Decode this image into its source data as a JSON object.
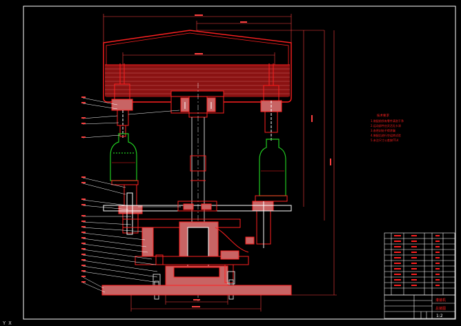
{
  "colors": {
    "background": "#000000",
    "outline": "#ff2020",
    "section": "#c86464",
    "liquid": "#8a1212",
    "glass": "#22cc22",
    "frame": "#ffffff",
    "shaft": "#d0d0d0",
    "dim": "#ff4040",
    "leader": "#ffffff"
  },
  "status": {
    "cursor_readout": "Y  X"
  },
  "technical_requirements": {
    "title": "技术要求",
    "lines": [
      "1.装配前所有零件清洗干净",
      "2.运动部件应灵活无卡滞",
      "3.各密封处不得渗漏",
      "4.装配后进行空运转试验",
      "5.未注尺寸公差按IT14"
    ]
  },
  "title_block": {
    "drawing_name": "灌装机",
    "drawing_no": "总装图",
    "scale": "1:2"
  }
}
